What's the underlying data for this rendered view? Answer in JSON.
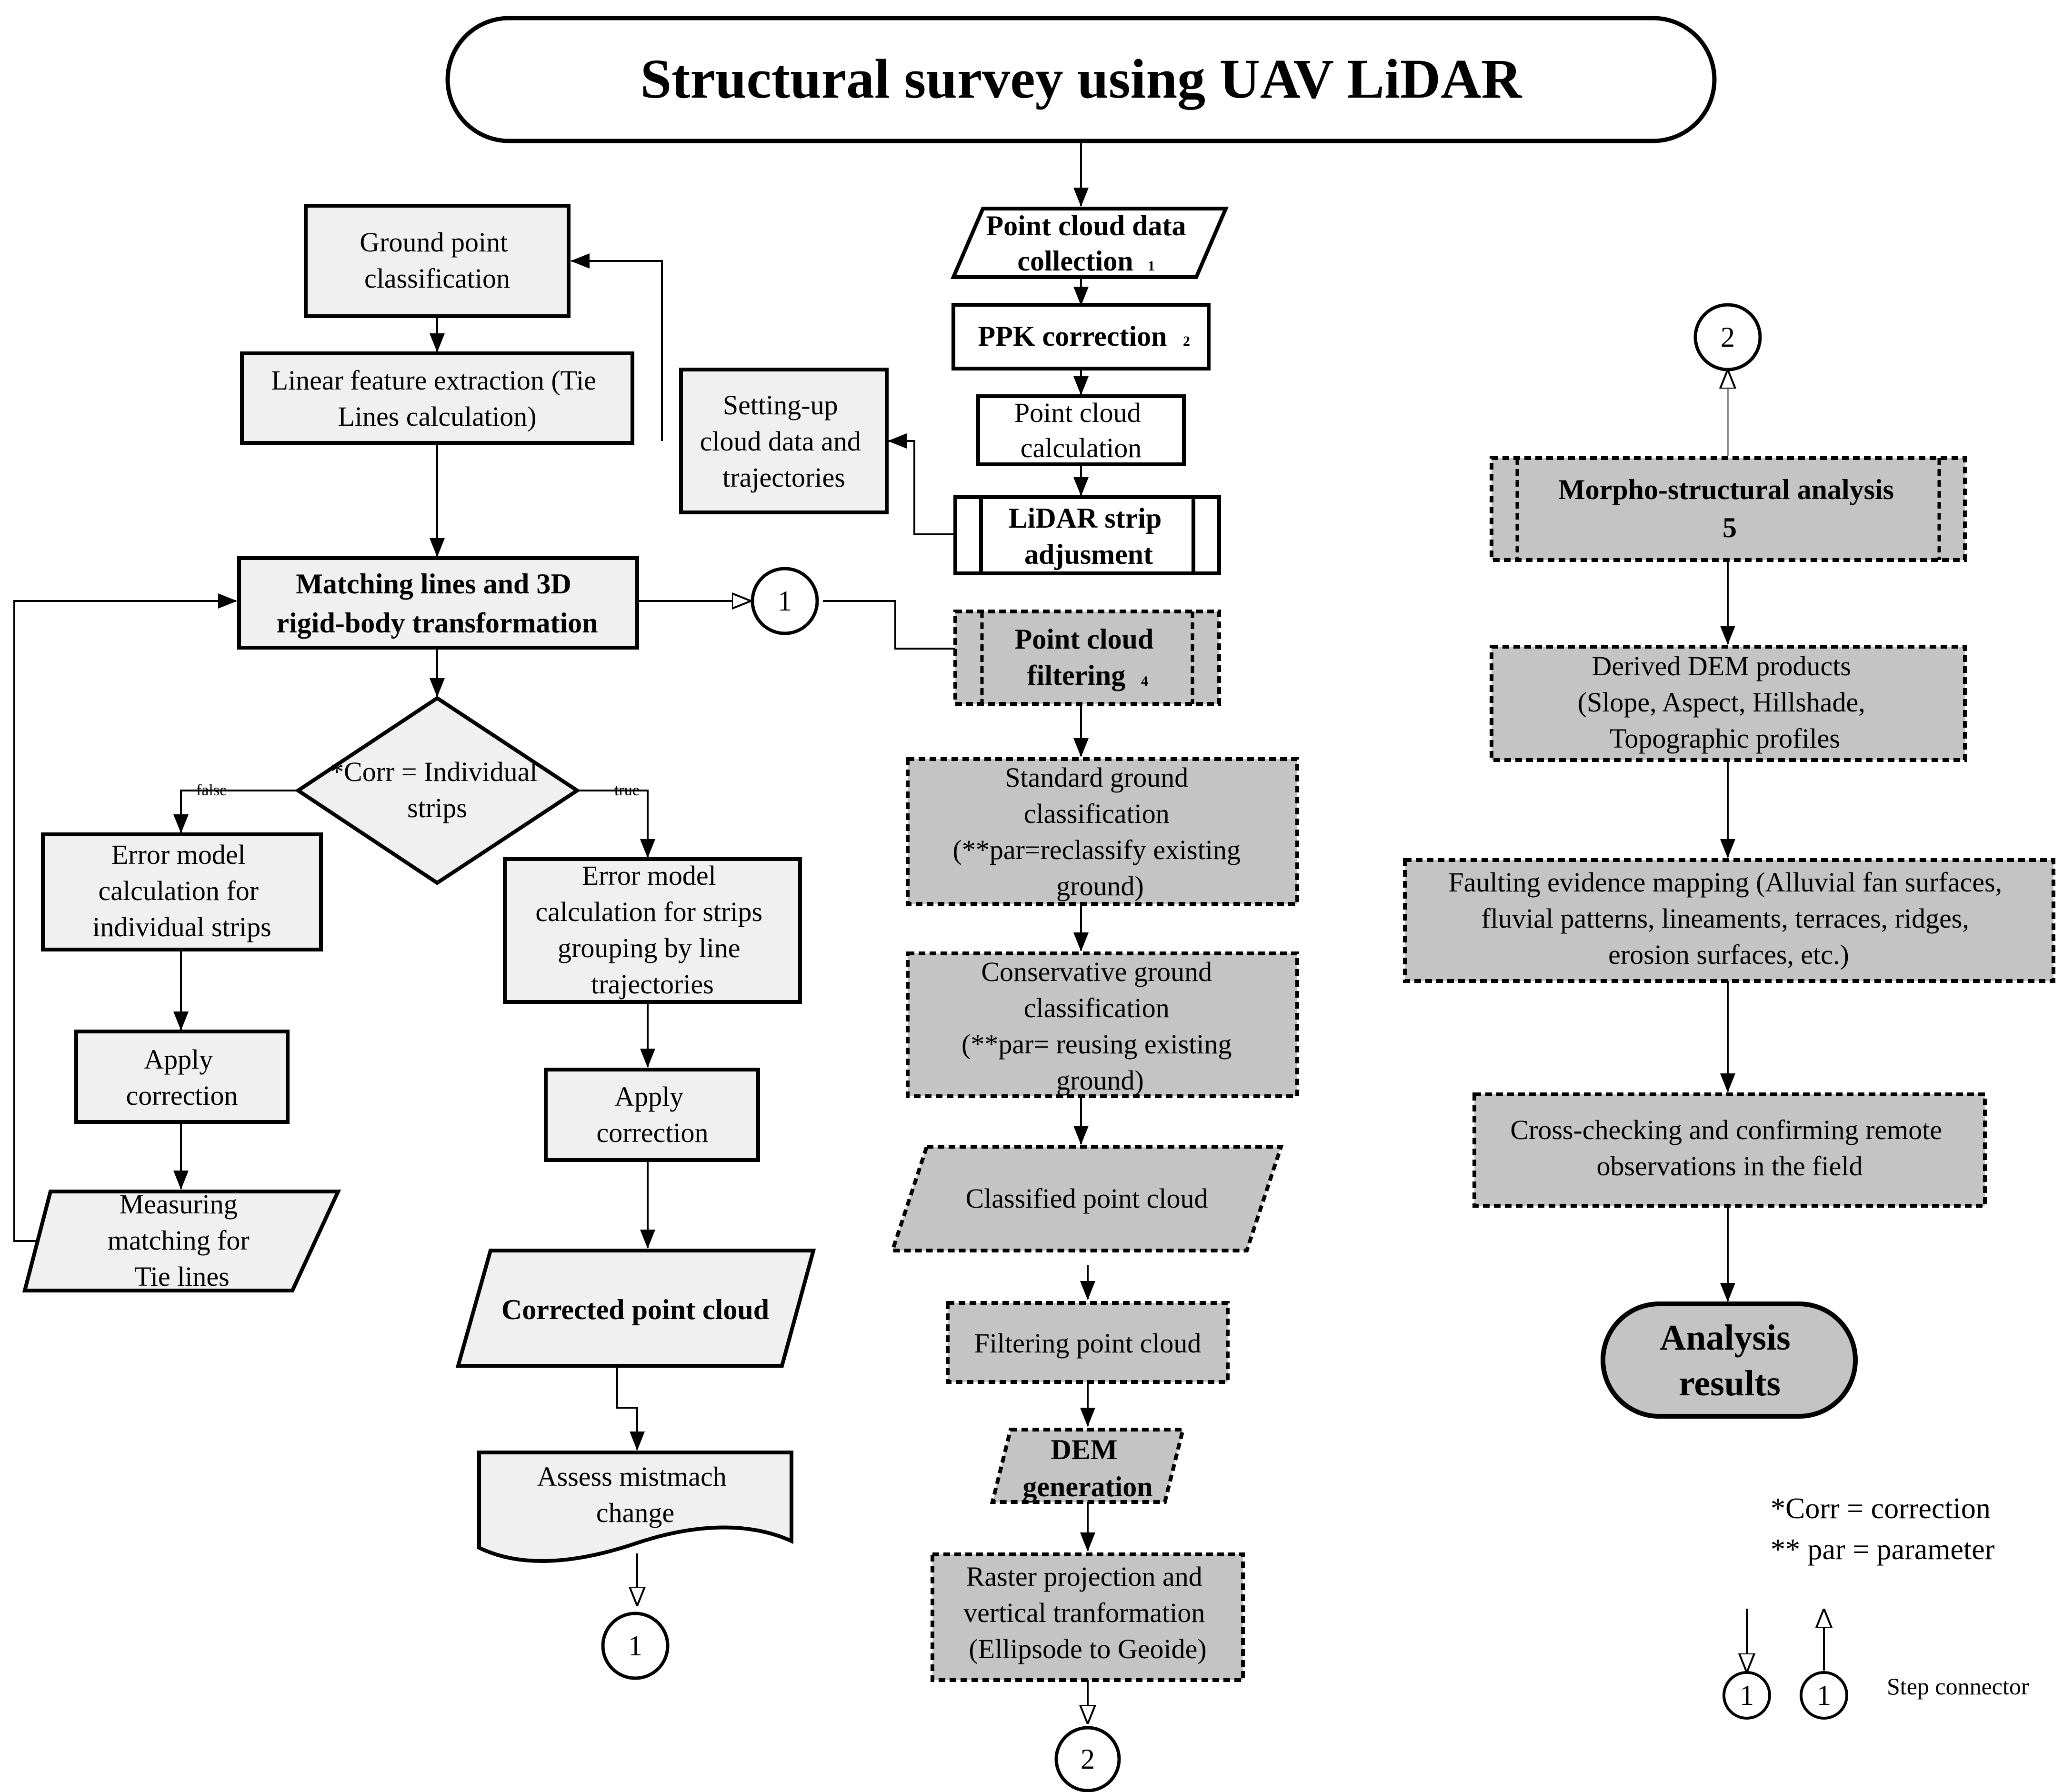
{
  "title": "Structural survey using UAV LiDAR",
  "nodes": {
    "point_cloud_collection": {
      "lines": [
        "Point cloud data",
        "collection"
      ],
      "step": "1"
    },
    "ppk_correction": {
      "lines": [
        "PPK correction"
      ],
      "step": "2"
    },
    "point_cloud_calculation": {
      "lines": [
        "Point cloud",
        "calculation"
      ]
    },
    "lidar_strip_adjustment": {
      "lines": [
        "LiDAR strip",
        "adjusment"
      ]
    },
    "setting_up": {
      "lines": [
        "Setting-up",
        "cloud data and",
        "trajectories"
      ]
    },
    "ground_point_classification": {
      "lines": [
        "Ground point",
        "classification"
      ]
    },
    "linear_feature_extraction": {
      "lines": [
        "Linear feature extraction (Tie",
        "Lines calculation)"
      ]
    },
    "matching_lines": {
      "lines": [
        "Matching lines and 3D",
        "rigid-body transformation"
      ]
    },
    "decision": {
      "lines": [
        "*Corr = Individual",
        "strips"
      ],
      "false_label": "false",
      "true_label": "true"
    },
    "error_model_individual": {
      "lines": [
        "Error model",
        "calculation for",
        "individual strips"
      ]
    },
    "apply_correction_left": {
      "lines": [
        "Apply",
        "correction"
      ]
    },
    "measuring_matching": {
      "lines": [
        "Measuring",
        "matching for",
        "Tie lines"
      ]
    },
    "error_model_grouping": {
      "lines": [
        "Error model",
        "calculation for strips",
        "grouping by line",
        "trajectories"
      ]
    },
    "apply_correction_mid": {
      "lines": [
        "Apply",
        "correction"
      ]
    },
    "corrected_point_cloud": {
      "lines": [
        "Corrected point cloud"
      ]
    },
    "assess_mismatch": {
      "lines": [
        "Assess  mistmach",
        "change"
      ]
    },
    "point_cloud_filtering": {
      "lines": [
        "Point cloud",
        "filtering"
      ],
      "step": "4"
    },
    "standard_ground": {
      "lines": [
        "Standard ground",
        "classification",
        "(**par=reclassify existing",
        "ground)"
      ]
    },
    "conservative_ground": {
      "lines": [
        "Conservative ground",
        "classification",
        "(**par= reusing existing",
        "ground)"
      ]
    },
    "classified_point_cloud": {
      "lines": [
        "Classified point cloud"
      ]
    },
    "filtering_point_cloud": {
      "lines": [
        "Filtering point cloud"
      ]
    },
    "dem_generation": {
      "lines": [
        "DEM",
        "generation"
      ]
    },
    "raster_projection": {
      "lines": [
        "Raster projection and",
        "vertical tranformation",
        "(Ellipsode to Geoide)"
      ]
    },
    "morpho_structural": {
      "lines": [
        "Morpho-structural analysis",
        "5"
      ]
    },
    "derived_dem": {
      "lines": [
        "Derived DEM products",
        "(Slope, Aspect, Hillshade,",
        "Topographic profiles"
      ]
    },
    "faulting_evidence": {
      "lines": [
        "Faulting evidence mapping (Alluvial fan surfaces,",
        "fluvial patterns, lineaments, terraces, ridges,",
        "erosion surfaces, etc.)"
      ]
    },
    "cross_checking": {
      "lines": [
        "Cross-checking and confirming remote",
        "observations in the field"
      ]
    },
    "analysis_results": {
      "lines": [
        "Analysis",
        "results"
      ]
    }
  },
  "connectors": {
    "one": "1",
    "two": "2"
  },
  "legend": {
    "corr": "*Corr = correction",
    "par": "** par = parameter",
    "step_connector": "Step connector",
    "connector_label": "1"
  }
}
